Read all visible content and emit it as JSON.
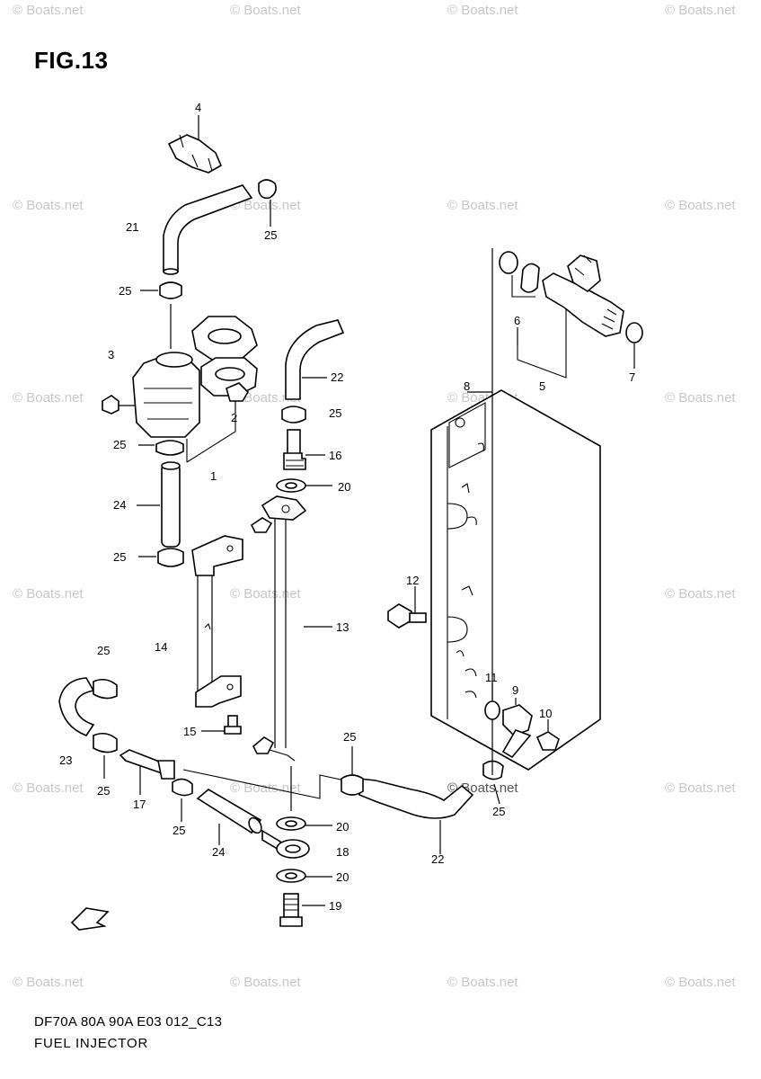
{
  "figure": {
    "title": "FIG.13",
    "code": "DF70A 80A 90A E03 012_C13",
    "name": "FUEL INJECTOR"
  },
  "watermark": {
    "text": "© Boats.net"
  },
  "callouts": {
    "c1": "1",
    "c2": "2",
    "c3": "3",
    "c4": "4",
    "c5": "5",
    "c6": "6",
    "c7": "7",
    "c8": "8",
    "c9": "9",
    "c10": "10",
    "c11": "11",
    "c12": "12",
    "c13": "13",
    "c14": "14",
    "c15": "15",
    "c16": "16",
    "c17": "17",
    "c18": "18",
    "c19": "19",
    "c20a": "20",
    "c20b": "20",
    "c20c": "20",
    "c21": "21",
    "c22a": "22",
    "c22b": "22",
    "c23": "23",
    "c24a": "24",
    "c24b": "24",
    "c25a": "25",
    "c25b": "25",
    "c25c": "25",
    "c25d": "25",
    "c25e": "25",
    "c25f": "25",
    "c25g": "25",
    "c25h": "25",
    "c25i": "25",
    "c25j": "25"
  }
}
